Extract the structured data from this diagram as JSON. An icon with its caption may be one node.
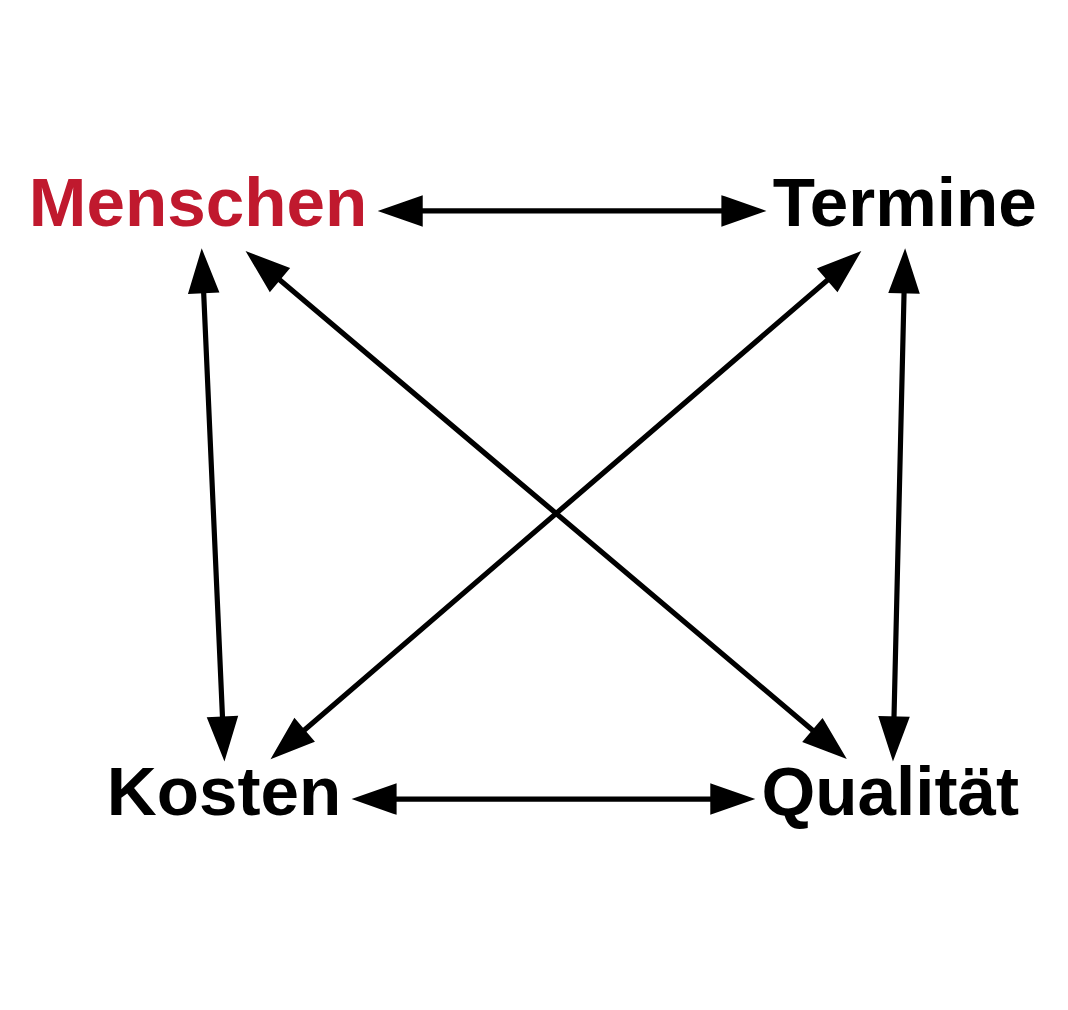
{
  "diagram": {
    "nodes": [
      {
        "text": [
          "Menschen"
        ]
      },
      {
        "text": [
          "Termine"
        ]
      },
      {
        "text": [
          "Kosten"
        ]
      },
      {
        "text": [
          "Qualität"
        ]
      }
    ],
    "edges": [
      {
        "from": 0,
        "to": 1,
        "arrow": "both"
      },
      {
        "from": 0,
        "to": 2,
        "arrow": "both"
      },
      {
        "from": 1,
        "to": 3,
        "arrow": "both"
      },
      {
        "from": 2,
        "to": 3,
        "arrow": "both"
      },
      {
        "from": 0,
        "to": 3,
        "arrow": "both"
      },
      {
        "from": 1,
        "to": 2,
        "arrow": "both"
      }
    ]
  }
}
